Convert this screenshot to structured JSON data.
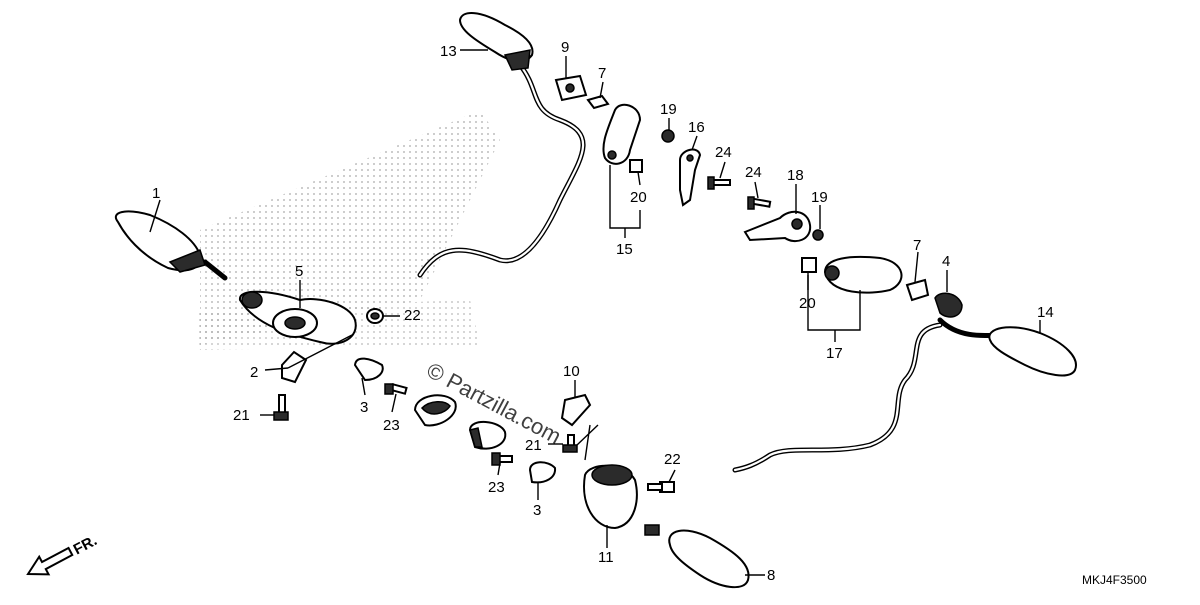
{
  "diagram": {
    "drawing_code": "MKJ4F3500",
    "front_indicator": "FR.",
    "watermark": "© Partzilla.com",
    "callouts": {
      "c1": "1",
      "c2": "2",
      "c3a": "3",
      "c3b": "3",
      "c4": "4",
      "c5": "5",
      "c7a": "7",
      "c7b": "7",
      "c8": "8",
      "c9": "9",
      "c10": "10",
      "c11": "11",
      "c13": "13",
      "c14": "14",
      "c15": "15",
      "c16": "16",
      "c17": "17",
      "c18": "18",
      "c19a": "19",
      "c19b": "19",
      "c20a": "20",
      "c20b": "20",
      "c21a": "21",
      "c21b": "21",
      "c22a": "22",
      "c22b": "22",
      "c23a": "23",
      "c23b": "23",
      "c24a": "24",
      "c24b": "24"
    }
  }
}
